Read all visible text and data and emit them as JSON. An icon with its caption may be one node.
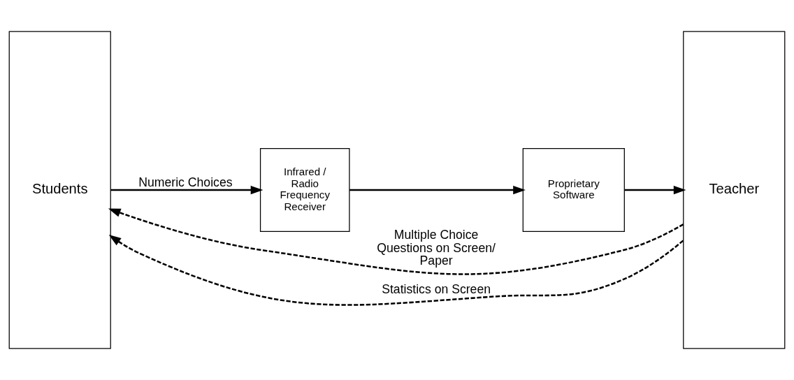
{
  "diagram": {
    "nodes": [
      {
        "text": [
          "Students"
        ]
      },
      {
        "text": [
          "Infrared / Radio Frequency Receiver"
        ]
      },
      {
        "text": [
          "Proprietary Software"
        ]
      },
      {
        "text": [
          "Teacher"
        ]
      }
    ],
    "edges": [
      {
        "from": 3,
        "to": 0,
        "arrow": "to",
        "style": "dashed",
        "label": "Multiple Choice Questions on Screen/ Paper"
      },
      {
        "from": 0,
        "to": 1,
        "arrow": "to",
        "label": "Numeric Choices"
      },
      {
        "from": 1,
        "to": 2,
        "arrow": "to"
      },
      {
        "from": 2,
        "to": 3,
        "arrow": "to"
      },
      {
        "from": 3,
        "to": 0,
        "arrow": "to",
        "style": "dashed",
        "label": "Statistics on Screen"
      }
    ]
  }
}
